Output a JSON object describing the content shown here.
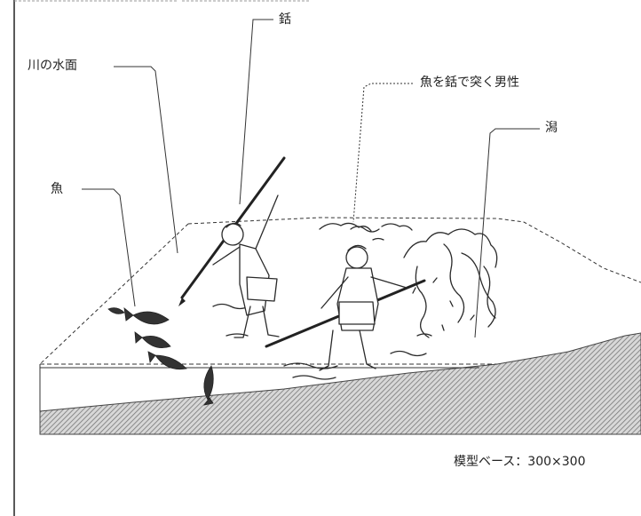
{
  "labels": {
    "river_surface": "川の水面",
    "spear": "銛",
    "man_spearing_fish": "魚を銛で突く男性",
    "tidal_flat": "潟",
    "fish": "魚",
    "model_base": "模型ベース：300×300"
  },
  "colors": {
    "line": "#333333",
    "ground_hatch": "#9a9a9a"
  }
}
